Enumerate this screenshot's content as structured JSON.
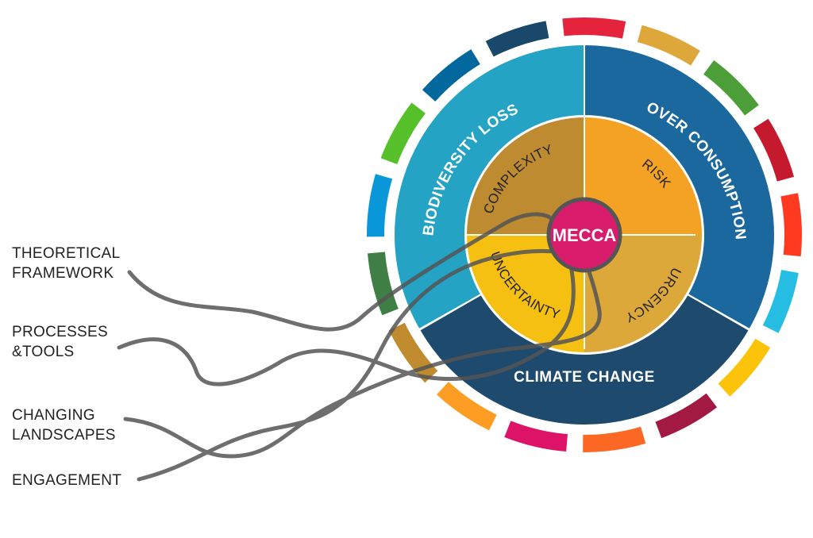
{
  "center": {
    "label": "MECCA",
    "color": "#d81b6b",
    "text_color": "#ffffff"
  },
  "inner_quadrants": [
    {
      "label": "COMPLEXITY",
      "color": "#bf8b30"
    },
    {
      "label": "RISK",
      "color": "#f4a223"
    },
    {
      "label": "URGENCY",
      "color": "#dda83a"
    },
    {
      "label": "UNCERTAINTY",
      "color": "#f6c013"
    }
  ],
  "middle_ring": [
    {
      "label": "BIODIVERSITY LOSS",
      "color": "#25a3c4"
    },
    {
      "label": "OVER CONSUMPTION",
      "color": "#1a689e"
    },
    {
      "label": "CLIMATE CHANGE",
      "color": "#1e4a6e"
    }
  ],
  "outer_ring_colors": [
    "#e5233d",
    "#dda73a",
    "#4c9f38",
    "#c5192d",
    "#ff3a21",
    "#26bde2",
    "#fcc30b",
    "#a21942",
    "#fd6925",
    "#dd1367",
    "#fd9d24",
    "#bf8b2e",
    "#3f7e44",
    "#0a97d9",
    "#56c02b",
    "#00689d",
    "#19486a"
  ],
  "left_labels": [
    {
      "lines": [
        "THEORETICAL",
        "FRAMEWORK"
      ]
    },
    {
      "lines": [
        "PROCESSES",
        "&TOOLS"
      ]
    },
    {
      "lines": [
        "CHANGING",
        "LANDSCAPES"
      ]
    },
    {
      "lines": [
        "ENGAGEMENT"
      ]
    }
  ],
  "strand_color": "#555555"
}
